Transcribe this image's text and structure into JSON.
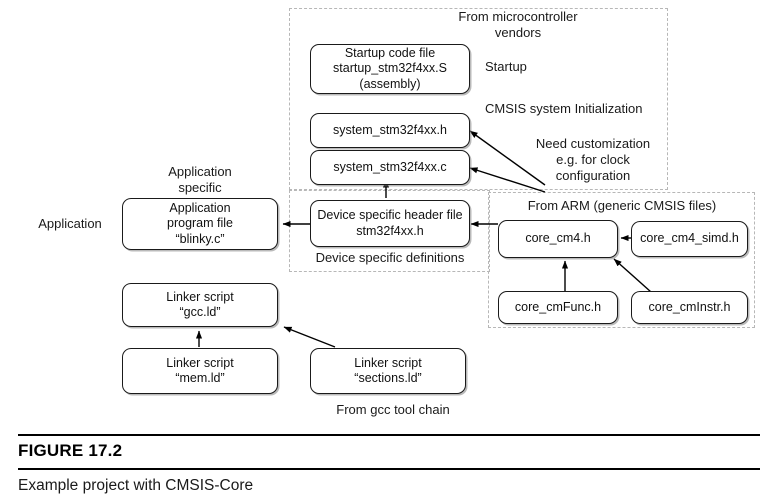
{
  "figure": {
    "number": "FIGURE 17.2",
    "caption": "Example project with CMSIS-Core"
  },
  "groups": {
    "vendors": "From microcontroller\nvendors",
    "device_definitions": "Device specific definitions",
    "arm": "From ARM (generic CMSIS files)"
  },
  "annotations": {
    "startup": "Startup",
    "cmsis_init": "CMSIS system Initialization",
    "need_customization": "Need customization\ne.g. for clock\nconfiguration",
    "application": "Application",
    "application_specific": "Application\nspecific",
    "gcc_tool_chain": "From gcc tool chain"
  },
  "nodes": {
    "startup_file": "Startup code file\nstartup_stm32f4xx.S\n(assembly)",
    "system_h": "system_stm32f4xx.h",
    "system_c": "system_stm32f4xx.c",
    "device_header": "Device specific header file\nstm32f4xx.h",
    "app_program": "Application\nprogram file\n“blinky.c”",
    "linker_gcc": "Linker script\n“gcc.ld”",
    "linker_mem": "Linker script\n“mem.ld”",
    "linker_sections": "Linker script\n“sections.ld”",
    "core_cm4": "core_cm4.h",
    "core_cm4_simd": "core_cm4_simd.h",
    "core_cmfunc": "core_cmFunc.h",
    "core_cminstr": "core_cmInstr.h"
  },
  "colors": {
    "node_border": "#1a1a1a",
    "group_border": "#b7b7b7",
    "text": "#111111",
    "arrow": "#000000"
  }
}
